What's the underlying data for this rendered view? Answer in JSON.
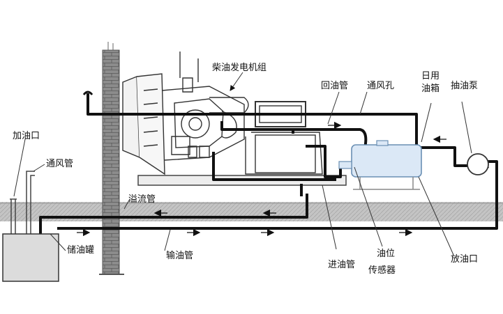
{
  "labels": {
    "genset": "柴油发电机组",
    "return_pipe": "回油管",
    "vent_hole": "通风孔",
    "day_tank_line1": "日用",
    "day_tank_line2": "油箱",
    "pump": "抽油泵",
    "filler": "加油口",
    "vent_pipe": "通风管",
    "overflow": "溢流管",
    "storage_tank": "储油罐",
    "supply_pipe": "输油管",
    "inlet_pipe": "进油管",
    "level_line1": "油位",
    "level_line2": "传感器",
    "drain": "放油口"
  },
  "colors": {
    "pipe": "#111111",
    "day_tank_fill": "#dbe8f6",
    "storage_fill": "#dcdcdc",
    "wall": "#8a8a8a",
    "ground": "#b8b8b8"
  }
}
